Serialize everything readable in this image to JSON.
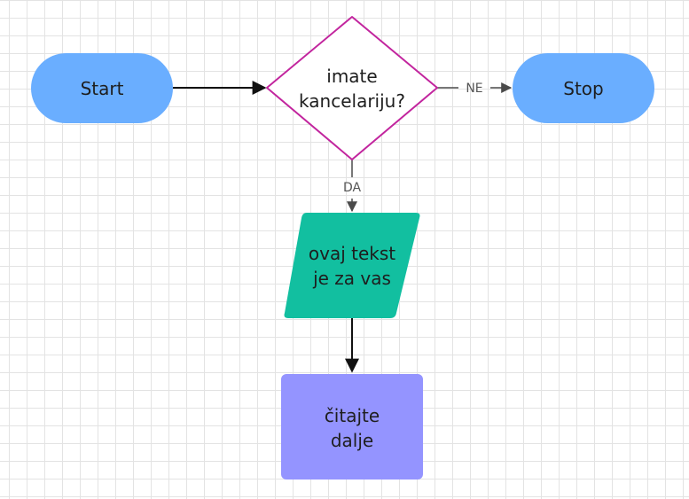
{
  "nodes": {
    "start": {
      "label": "Start",
      "color": "#6aaeff"
    },
    "decision": {
      "line1": "imate",
      "line2": "kancelariju?",
      "border_color": "#c2259e"
    },
    "stop": {
      "label": "Stop",
      "color": "#6aaeff"
    },
    "io": {
      "line1": "ovaj tekst",
      "line2": "je za vas",
      "color": "#12bfa0"
    },
    "process": {
      "line1": "čitajte",
      "line2": "dalje",
      "color": "#9494ff"
    }
  },
  "edges": {
    "no_label": "NE",
    "yes_label": "DA"
  }
}
